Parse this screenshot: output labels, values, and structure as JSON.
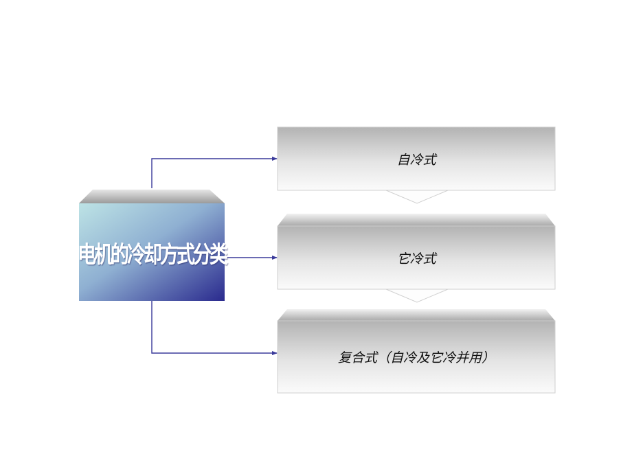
{
  "diagram": {
    "title": "电机的冷却方式分类",
    "items": [
      {
        "label": "自冷式"
      },
      {
        "label": "它冷式"
      },
      {
        "label": "复合式（自冷及它冷并用）"
      }
    ],
    "colors": {
      "connector": "#3a3a9a",
      "main_gradient_start": "#b9e0e3",
      "main_gradient_end": "#2b2b8f",
      "box_gradient_top": "#b4b4b4",
      "box_gradient_bottom": "#fafafa",
      "box_border": "#c8c8c8"
    }
  }
}
